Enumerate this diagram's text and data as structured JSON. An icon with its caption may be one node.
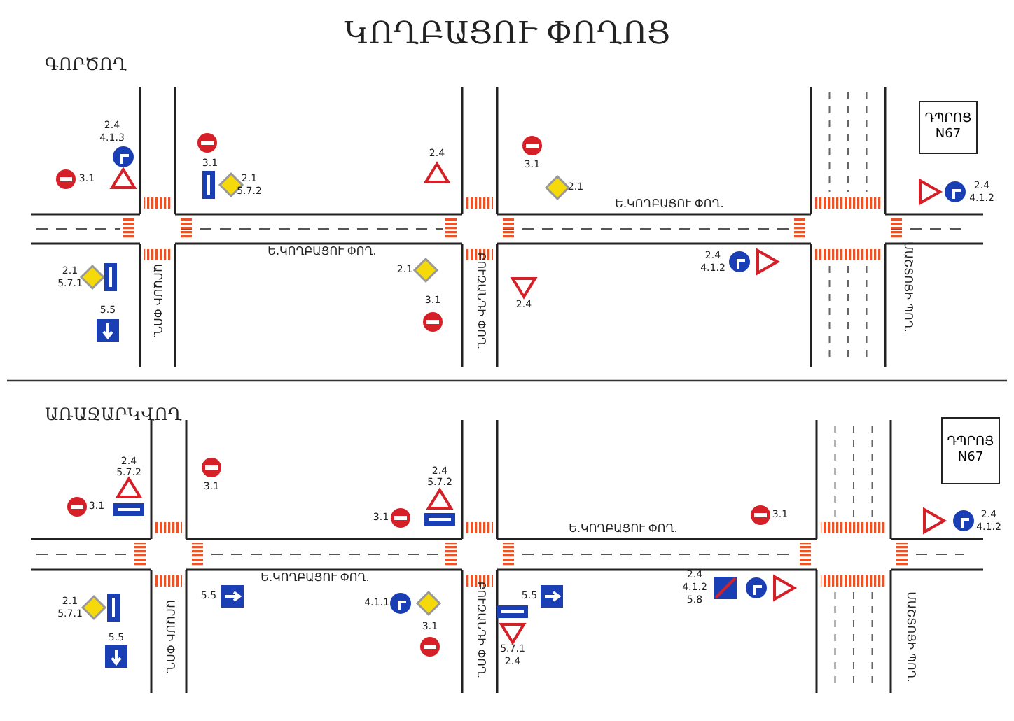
{
  "diagram": {
    "title": "ԿՈՂԲԱՑՈՒ ՓՈՂՈՑ",
    "nodes": [
      {
        "text": [
          "ԴՊՐՈՑ N67"
        ]
      },
      {
        "text": [
          "ԴՊՐՈՑ N67"
        ]
      }
    ],
    "labels": [
      "ԳՈՐԾՈՂ",
      "2.4",
      "4.1.3",
      "3.1",
      "3.1",
      "2.1",
      "5.7.2",
      "2.4",
      "3.1",
      "2.1",
      "2.4",
      "4.1.2",
      "Ե.ԿՈՂԲԱՑՈՒ ՓՈՂ.",
      "Ե.ԿՈՂԲԱՑՈՒ ՓՈՂ.",
      "2.1",
      "5.7.1",
      "2.1",
      "2.4",
      "4.1.2",
      "5.5",
      "3.1",
      "2.4",
      "ԱՐԱՄԻ ՓՈՂ.",
      "ԲՈՒԶԱՆԴԻ ՓՈՂ.",
      "ՄԱՇՏՈՑԻ ՊՈՂ.",
      "ԱՌԱՋԱՐԿՎՈՂ",
      "2.4",
      "5.7.2",
      "3.1",
      "3.1",
      "2.4",
      "5.7.2",
      "3.1",
      "Ե.ԿՈՂԲԱՑՈՒ ՓՈՂ.",
      "3.1",
      "2.4",
      "4.1.2",
      "Ե.ԿՈՂԲԱՑՈՒ ՓՈՂ.",
      "2.1",
      "5.7.1",
      "5.5",
      "4.1.1",
      "5.5",
      "2.4",
      "4.1.2",
      "5.8",
      "5.5",
      "3.1",
      "5.7.1",
      "2.4",
      "ԱՐԱՄԻ ՓՈՂ.",
      "ԲՈՒԶԱՆԴԻ ՓՈՂ.",
      "ՄԱՇՏՈՑԻ ՊՈՂ."
    ]
  }
}
